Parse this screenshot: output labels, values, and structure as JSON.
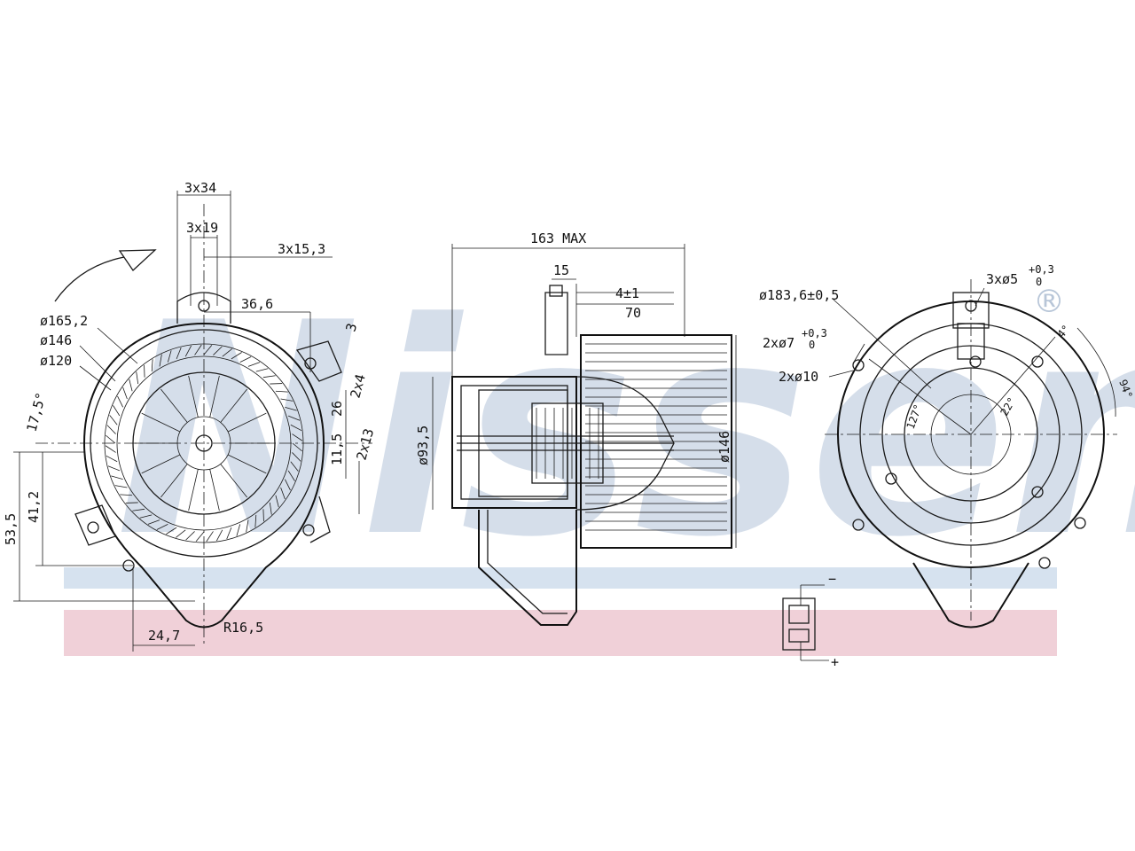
{
  "brand": {
    "watermark": "Nissens",
    "registered_mark": "®",
    "colors": {
      "watermark": "#c7d3e3",
      "band_blue": "#d6e2ef",
      "band_pink": "#f0d0d8"
    }
  },
  "left_view": {
    "dims": {
      "slot_34": "3x34",
      "slot_19": "3x19",
      "slot_15_3": "3x15,3",
      "d36_6": "36,6",
      "dia_165_2": "ø165,2",
      "dia_146": "ø146",
      "dia_120": "ø120",
      "angle_17_5": "17,5°",
      "h_26": "26",
      "h_11_5": "11,5",
      "pin_2x13": "2x13",
      "pin_2x4": "2x4",
      "pin_3": "3",
      "v53_5": "53,5",
      "v41_2": "41,2",
      "h24_7": "24,7",
      "r16_5": "R16,5"
    }
  },
  "middle_view": {
    "dims": {
      "overall_163": "163 MAX",
      "d15": "15",
      "d4": "4±1",
      "d70": "70",
      "dia_93_5": "ø93,5",
      "dia_146": "ø146"
    }
  },
  "right_view": {
    "dims": {
      "holes_3x5": "3xø5",
      "holes_tol": "+0,3",
      "holes_tol0": "0",
      "dia_183": "ø183,6±0,5",
      "holes_2x7": "2xø7",
      "holes_2x7_tol": "+0,3",
      "holes_2x7_tol0": "0",
      "holes_2x10": "2xø10",
      "angle_127": "127°",
      "angle_22": "22°",
      "angle_4": "4°",
      "angle_94": "94°"
    }
  },
  "connector": {
    "minus": "−",
    "plus": "+"
  }
}
